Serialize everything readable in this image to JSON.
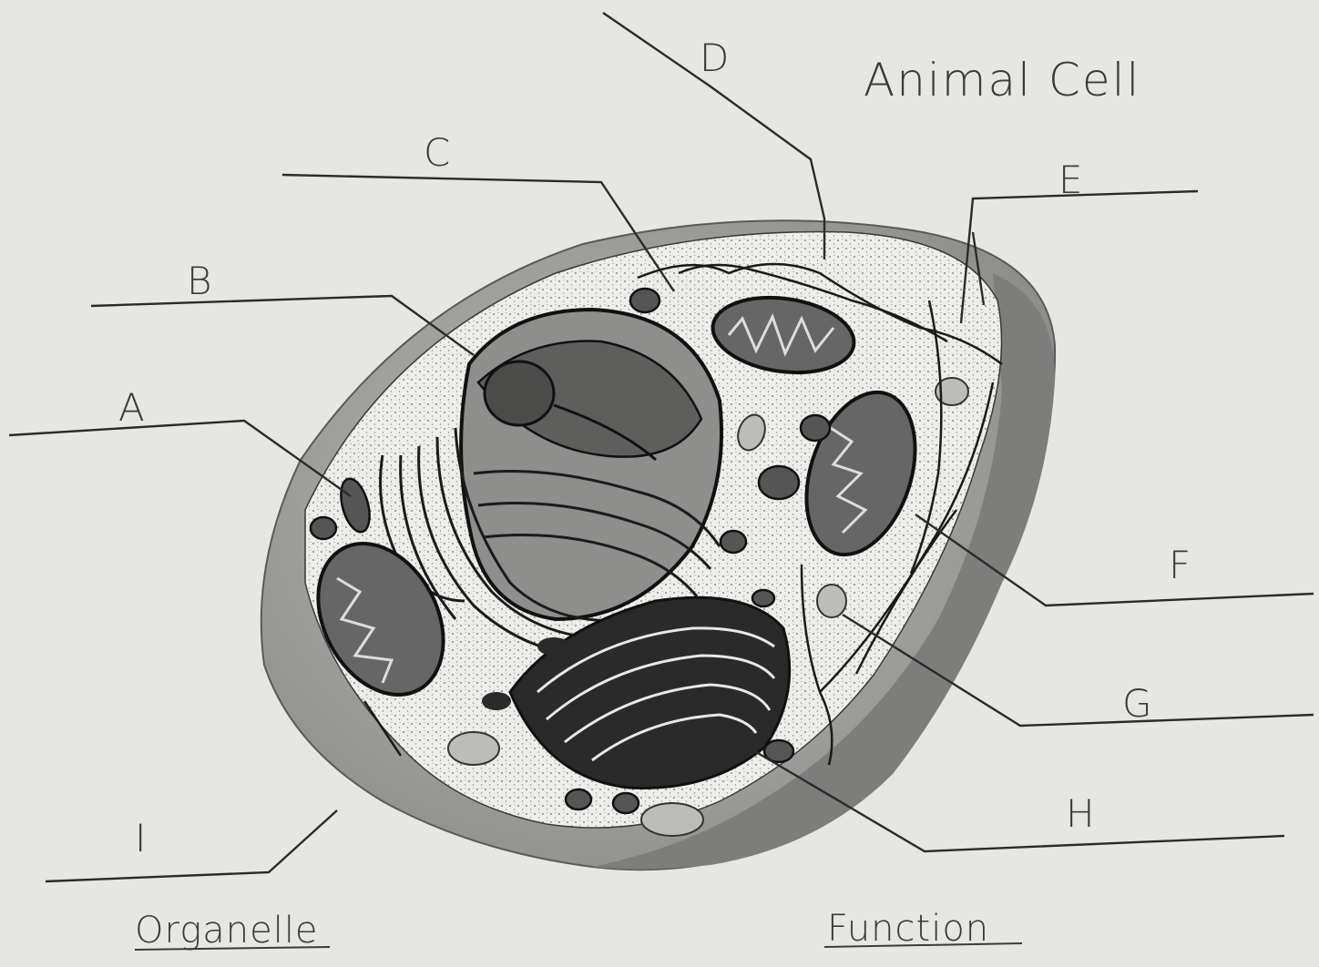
{
  "title": "Animal Cell",
  "labels": {
    "a": "A",
    "b": "B",
    "c": "C",
    "d": "D",
    "e": "E",
    "f": "F",
    "g": "G",
    "h": "H",
    "i": "I"
  },
  "footer": {
    "organelle": "Organelle",
    "function": "Function"
  }
}
